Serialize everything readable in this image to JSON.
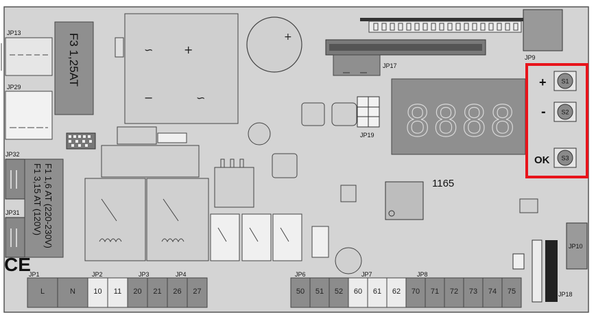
{
  "connectors": {
    "jp13": "JP13",
    "jp29": "JP29",
    "jp32": "JP32",
    "jp31": "JP31",
    "jp9": "JP9",
    "jp17": "JP17",
    "jp19": "JP19",
    "jp10": "JP10",
    "jp18": "JP18",
    "jp1": "JP1",
    "jp2": "JP2",
    "jp3": "JP3",
    "jp4": "JP4",
    "jp6": "JP6",
    "jp7": "JP7",
    "jp8": "JP8"
  },
  "fuses": {
    "f3": "F3 1,25AT",
    "f1_line1": "F1 1,6 AT (220-230V)",
    "f1_line2": "F1 3,15 AT (120V)"
  },
  "chip_label": "1165",
  "ce_mark": "CE",
  "buttons": {
    "plus_symbol": "+",
    "minus_symbol": "-",
    "ok_label": "OK",
    "s1": "S1",
    "s2": "S2",
    "s3": "S3"
  },
  "display_digits": "8888",
  "terminals_left": [
    "L",
    "N",
    "10",
    "11",
    "20",
    "21",
    "26",
    "27"
  ],
  "terminals_right": [
    "50",
    "51",
    "52",
    "60",
    "61",
    "62",
    "70",
    "71",
    "72",
    "73",
    "74",
    "75"
  ],
  "colors": {
    "board": "#d4d4d4",
    "highlight": "#e8141b",
    "terminal_dark": "#8c8c8c",
    "terminal_light": "#ececec"
  }
}
